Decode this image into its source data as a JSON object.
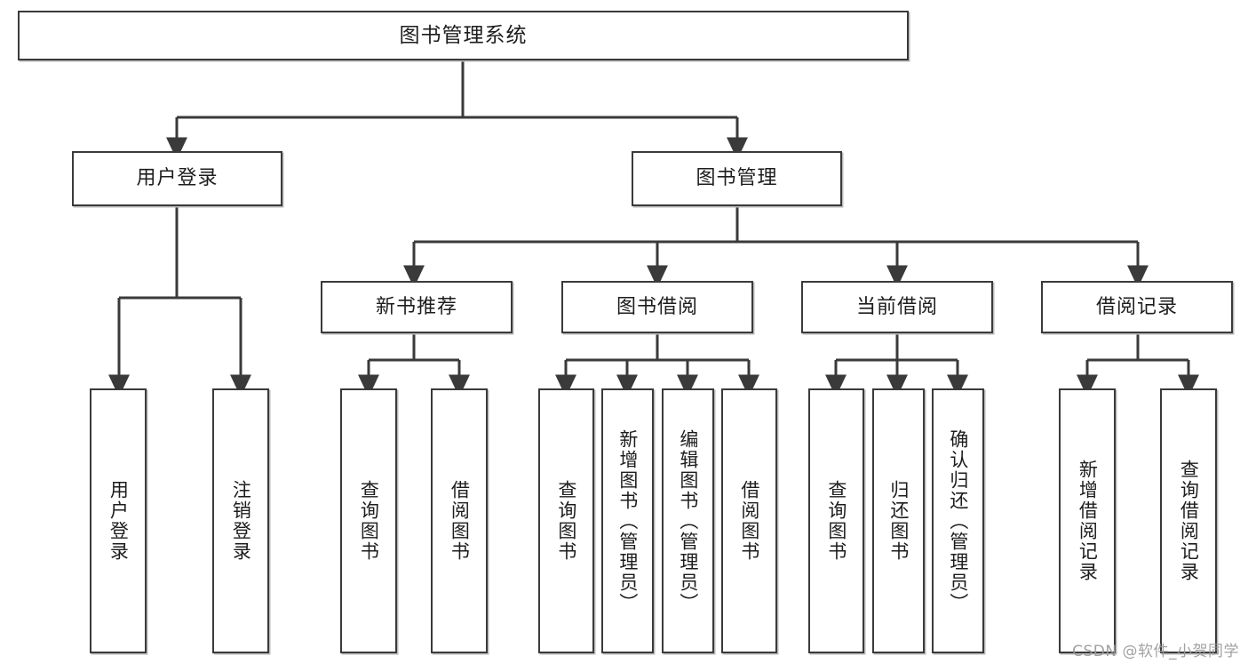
{
  "diagram": {
    "title": "图书管理系统",
    "type": "tree-hierarchy-chart",
    "watermark": "CSDN @软件_小贺同学",
    "colors": {
      "node_border": "#3a3a3a",
      "node_fill": "#ffffff",
      "edge": "#3a3a3a",
      "text": "#1d1d1d",
      "watermark": "#9a9a9a",
      "background": "#ffffff"
    },
    "nodes": {
      "root": {
        "label": "图书管理系统"
      },
      "level2": [
        {
          "id": "user-login",
          "label": "用户登录"
        },
        {
          "id": "book-management",
          "label": "图书管理"
        }
      ],
      "level3": [
        {
          "id": "new-book-recommend",
          "label": "新书推荐"
        },
        {
          "id": "book-borrow",
          "label": "图书借阅"
        },
        {
          "id": "current-borrow",
          "label": "当前借阅"
        },
        {
          "id": "borrow-record",
          "label": "借阅记录"
        }
      ],
      "leaves": {
        "user_login": [
          {
            "id": "leaf-user-login",
            "label": "用户登录"
          },
          {
            "id": "leaf-user-logout",
            "label": "注销登录"
          }
        ],
        "new_book_recommend": [
          {
            "id": "leaf-query-book-1",
            "label": "查询图书"
          },
          {
            "id": "leaf-borrow-book-1",
            "label": "借阅图书"
          }
        ],
        "book_borrow": [
          {
            "id": "leaf-query-book-2",
            "label": "查询图书"
          },
          {
            "id": "leaf-add-book",
            "label": "新增图书（管理员）"
          },
          {
            "id": "leaf-edit-book",
            "label": "编辑图书（管理员）"
          },
          {
            "id": "leaf-borrow-book-2",
            "label": "借阅图书"
          }
        ],
        "current_borrow": [
          {
            "id": "leaf-query-book-3",
            "label": "查询图书"
          },
          {
            "id": "leaf-return-book",
            "label": "归还图书"
          },
          {
            "id": "leaf-confirm-return",
            "label": "确认归还（管理员）"
          }
        ],
        "borrow_record": [
          {
            "id": "leaf-add-borrow-record",
            "label": "新增借阅记录"
          },
          {
            "id": "leaf-query-borrow-record",
            "label": "查询借阅记录"
          }
        ]
      }
    }
  }
}
